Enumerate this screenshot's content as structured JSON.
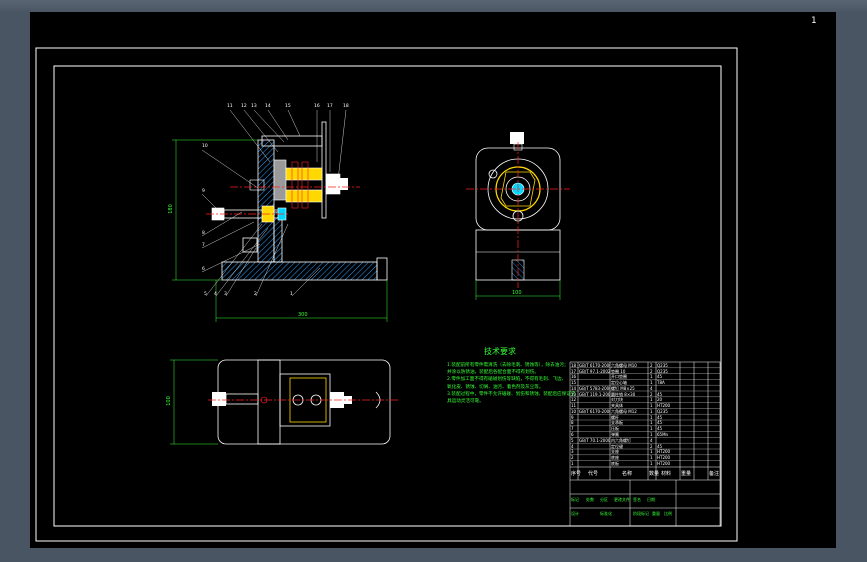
{
  "window": {
    "corner_mark": "1"
  },
  "colors": {
    "background": "#4a5563",
    "sheet": "#000000",
    "line": "#ffffff",
    "hatch": "#2a9cff",
    "center_line": "#ff2020",
    "dimension": "#36ff36",
    "part_yellow": "#ffd800",
    "part_cyan": "#00d8ff",
    "part_grey": "#9a9a9a"
  },
  "front_view": {
    "dim_height": "180",
    "dim_width": "300",
    "balloons_top": [
      "11",
      "12",
      "13",
      "14",
      "15",
      "16",
      "17",
      "18"
    ],
    "balloons_left": [
      "10",
      "9",
      "8",
      "7",
      "6"
    ],
    "balloons_bottom": [
      "5",
      "4",
      "3",
      "2",
      "1"
    ]
  },
  "side_view": {
    "dim_width": "100"
  },
  "top_view": {
    "dim_height": "100"
  },
  "technical_requirements": {
    "title": "技术要求",
    "lines": [
      "1.装配前所有零件需清洗（去除毛刺、锈蚀等），除去油污；",
      "  并涂以防锈油，装配后各配合面不得有划伤。",
      "2.零件加工面不得有磕碰划伤等缺陷，不得有毛刺、飞边、",
      "  氧化皮、锈蚀、切屑、油污、着色剂及灰尘等。",
      "3.装配过程中，零件不允许磕碰、划伤和锈蚀，装配后应保证夹",
      "  具运动灵活可靠。"
    ]
  },
  "title_block": {
    "rows": [
      {
        "no": "18",
        "code": "GB/T 6170-2000",
        "name": "六角螺母 M10",
        "qty": "2",
        "mat": "Q235"
      },
      {
        "no": "17",
        "code": "GB/T 97.1-2002",
        "name": "垫圈 10",
        "qty": "2",
        "mat": "Q235"
      },
      {
        "no": "16",
        "code": "",
        "name": "开口垫圈",
        "qty": "1",
        "mat": "45"
      },
      {
        "no": "15",
        "code": "",
        "name": "定位心轴",
        "qty": "1",
        "mat": "T8A"
      },
      {
        "no": "14",
        "code": "GB/T 5783-2000",
        "name": "螺钉 M8×25",
        "qty": "4",
        "mat": ""
      },
      {
        "no": "13",
        "code": "GB/T 119.1-2000",
        "name": "圆柱销 8×30",
        "qty": "2",
        "mat": "45"
      },
      {
        "no": "12",
        "code": "",
        "name": "对刀块",
        "qty": "1",
        "mat": "20"
      },
      {
        "no": "11",
        "code": "",
        "name": "夹具体",
        "qty": "1",
        "mat": "HT200"
      },
      {
        "no": "10",
        "code": "GB/T 6170-2000",
        "name": "六角螺母 M12",
        "qty": "1",
        "mat": "Q235"
      },
      {
        "no": "9",
        "code": "",
        "name": "螺杆",
        "qty": "1",
        "mat": "45"
      },
      {
        "no": "8",
        "code": "",
        "name": "支承板",
        "qty": "1",
        "mat": "45"
      },
      {
        "no": "7",
        "code": "",
        "name": "压板",
        "qty": "1",
        "mat": "45"
      },
      {
        "no": "6",
        "code": "",
        "name": "弹簧",
        "qty": "1",
        "mat": "65Mn"
      },
      {
        "no": "5",
        "code": "GB/T 70.1-2000",
        "name": "内六角螺钉",
        "qty": "4",
        "mat": ""
      },
      {
        "no": "4",
        "code": "",
        "name": "定位键",
        "qty": "2",
        "mat": "45"
      },
      {
        "no": "3",
        "code": "",
        "name": "支座",
        "qty": "1",
        "mat": "HT200"
      },
      {
        "no": "2",
        "code": "",
        "name": "底座",
        "qty": "1",
        "mat": "HT200"
      },
      {
        "no": "1",
        "code": "",
        "name": "底板",
        "qty": "1",
        "mat": "HT200"
      }
    ],
    "header": {
      "no": "序号",
      "code": "代号",
      "name": "名称",
      "qty": "数量",
      "mat": "材料",
      "weight": "重量",
      "remark": "备注"
    },
    "bottom_labels": [
      "标记",
      "处数",
      "分区",
      "更改文件号",
      "签名",
      "日期",
      "设计",
      "标准化",
      "阶段标记",
      "重量",
      "比例"
    ]
  }
}
